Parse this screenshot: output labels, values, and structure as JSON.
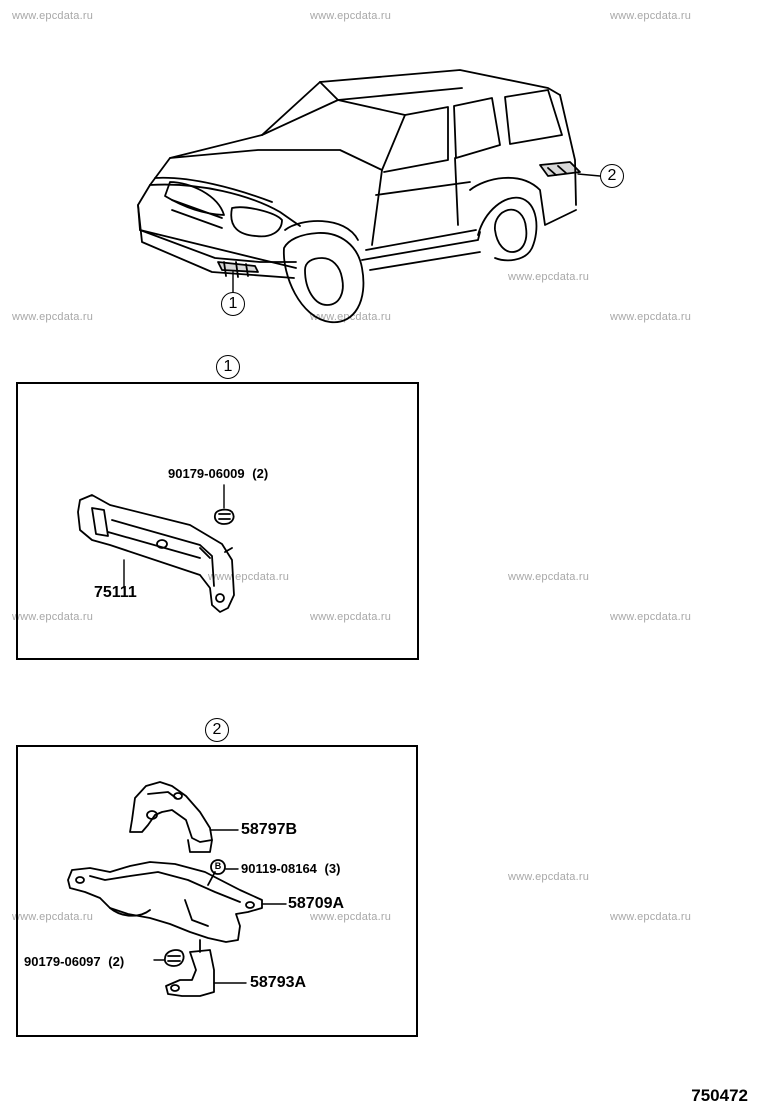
{
  "watermark": "www.epcdata.ru",
  "callouts": {
    "c1": "1",
    "c2": "2"
  },
  "parts": {
    "bolt_1": "90179-06009",
    "bolt_1_qty": "(2)",
    "bracket_75111": "75111",
    "bracket_58797b": "58797B",
    "bolt_2": "90119-08164",
    "bolt_2_qty": "(3)",
    "bolt_2_mark": "B",
    "panel_58709a": "58709A",
    "nut_3": "90179-06097",
    "nut_3_qty": "(2)",
    "bracket_58793a": "58793A"
  },
  "diagram_number": "750472"
}
